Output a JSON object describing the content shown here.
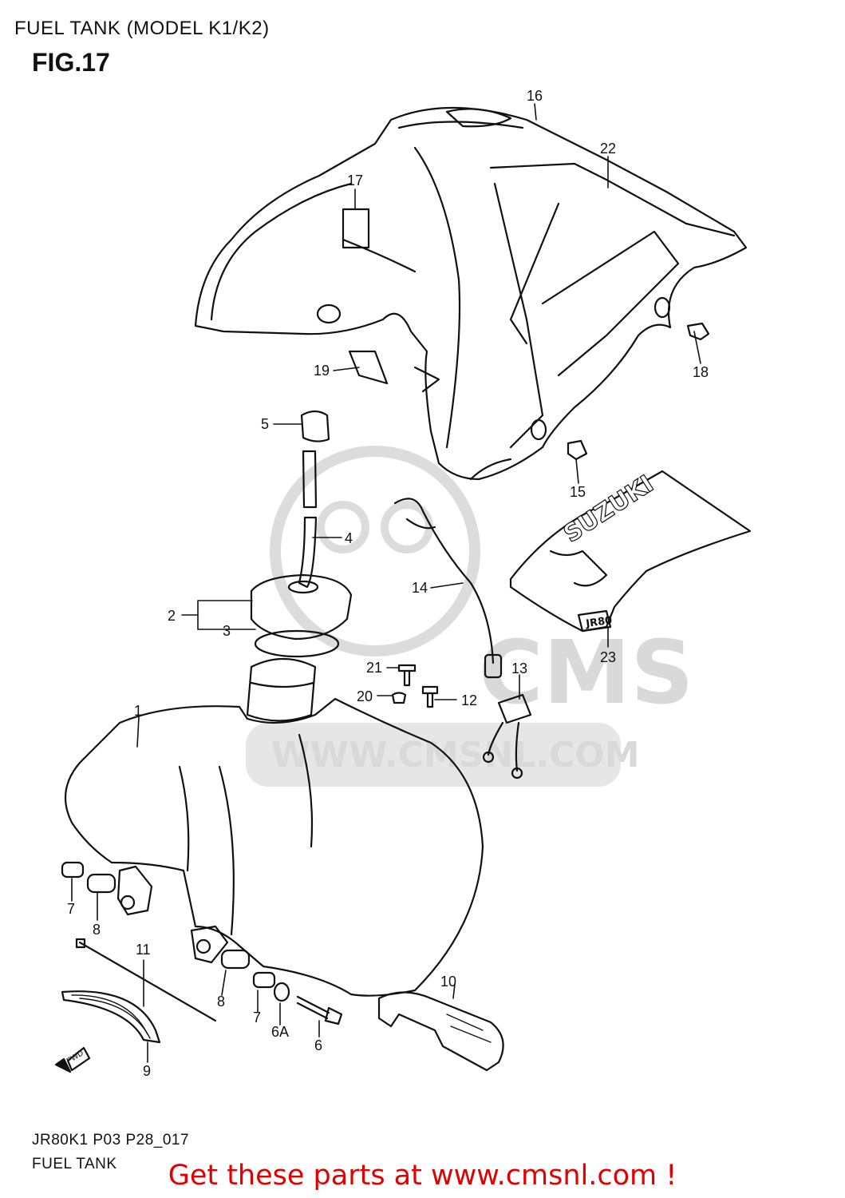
{
  "header": {
    "title": "FUEL TANK (MODEL K1/K2)",
    "fig_label": "FIG.17"
  },
  "watermark": {
    "brand": "CMS",
    "url": "WWW.CMSNL.COM"
  },
  "decals": {
    "brand": "SUZUKI",
    "model": "JR80"
  },
  "callouts": [
    "16",
    "22",
    "17",
    "18",
    "19",
    "5",
    "15",
    "4",
    "14",
    "2",
    "3",
    "23",
    "21",
    "13",
    "20",
    "12",
    "1",
    "7",
    "8",
    "11",
    "8",
    "7",
    "6A",
    "6",
    "10",
    "9"
  ],
  "fwd_marker": "FWD",
  "footer": {
    "code": "JR80K1 P03 P28_017",
    "name": "FUEL TANK",
    "cta": "Get these parts at www.cmsnl.com !"
  },
  "colors": {
    "line": "#111111",
    "watermark": "#d9d9d9",
    "cta": "#e00000"
  }
}
